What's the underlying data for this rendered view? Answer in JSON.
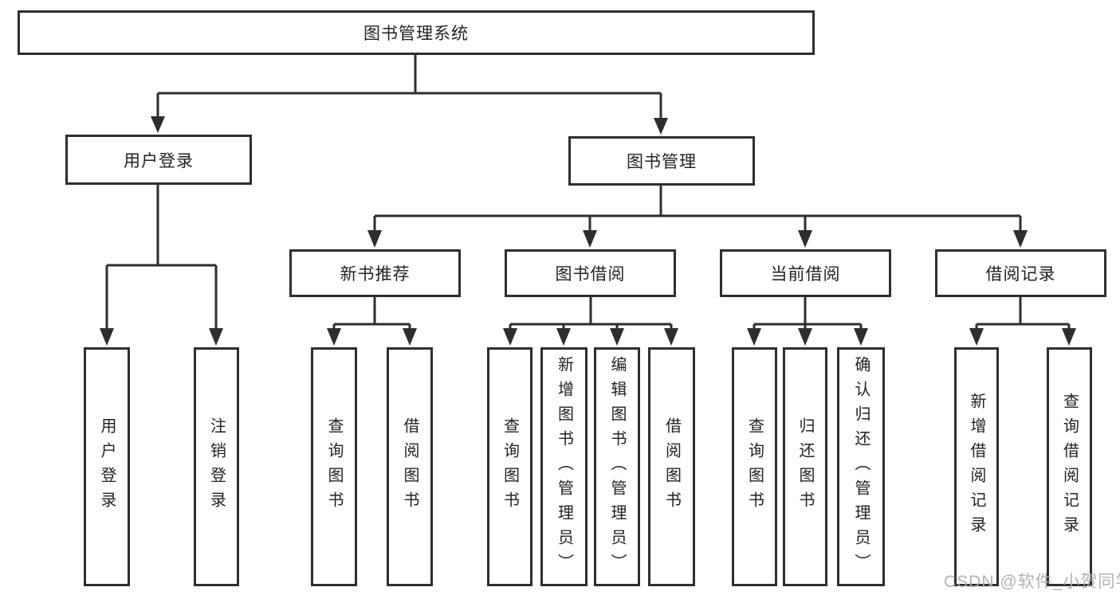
{
  "diagram": {
    "type": "hierarchy-tree",
    "root": {
      "label": "图书管理系统"
    },
    "level2": [
      {
        "label": "用户登录"
      },
      {
        "label": "图书管理"
      }
    ],
    "level3": [
      {
        "label": "新书推荐",
        "parent": "图书管理"
      },
      {
        "label": "图书借阅",
        "parent": "图书管理"
      },
      {
        "label": "当前借阅",
        "parent": "图书管理"
      },
      {
        "label": "借阅记录",
        "parent": "图书管理"
      }
    ],
    "leaves": {
      "user_login": [
        {
          "label": "用户登录"
        },
        {
          "label": "注销登录"
        }
      ],
      "new_book": [
        {
          "label": "查询图书"
        },
        {
          "label": "借阅图书"
        }
      ],
      "book_borrow": [
        {
          "label": "查询图书"
        },
        {
          "label": "新增图书（管理员）"
        },
        {
          "label": "编辑图书（管理员）"
        },
        {
          "label": "借阅图书"
        }
      ],
      "current_borrow": [
        {
          "label": "查询图书"
        },
        {
          "label": "归还图书"
        },
        {
          "label": "确认归还（管理员）"
        }
      ],
      "borrow_record": [
        {
          "label": "新增借阅记录"
        },
        {
          "label": "查询借阅记录"
        }
      ]
    }
  },
  "watermark": {
    "text": "CSDN @软件_小贺同学"
  },
  "colors": {
    "line": "#2e2e2e",
    "box_border": "#2e2e2e",
    "box_background": "#ffffff",
    "text": "#222222",
    "watermark": "#adadad",
    "page_background": "#ffffff"
  }
}
